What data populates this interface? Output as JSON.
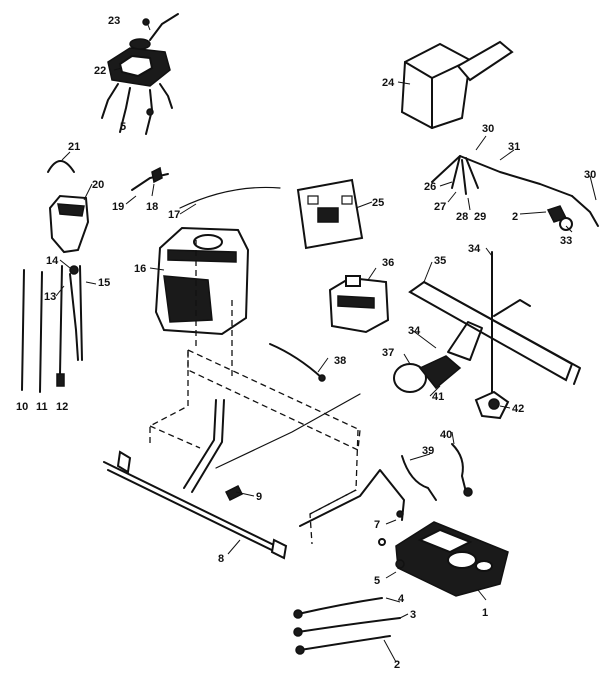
{
  "diagram": {
    "callouts": [
      "1",
      "2",
      "3",
      "4",
      "5",
      "5",
      "7",
      "8",
      "9",
      "10",
      "11",
      "12",
      "13",
      "14",
      "15",
      "16",
      "17",
      "18",
      "19",
      "20",
      "21",
      "22",
      "23",
      "24",
      "25",
      "26",
      "27",
      "28",
      "29",
      "30",
      "30",
      "31",
      "2",
      "33",
      "34",
      "34",
      "35",
      "36",
      "37",
      "38",
      "39",
      "40",
      "41",
      "42"
    ]
  }
}
